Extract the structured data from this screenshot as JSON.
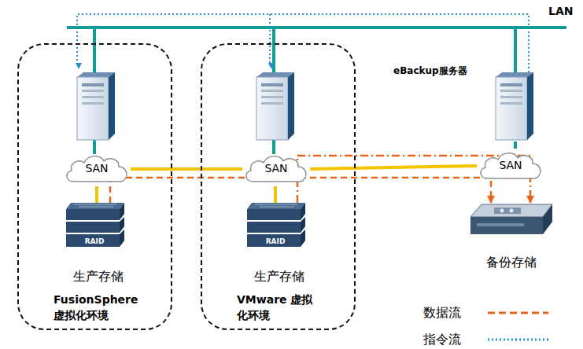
{
  "diagram": {
    "nodes": [
      {
        "text": [
          "FusionSphere 虚拟化环境"
        ]
      },
      {
        "text": [
          "SAN"
        ],
        "in": 0
      },
      {
        "text": [
          "RAID",
          "生产存储"
        ],
        "in": 0
      },
      {
        "text": [
          "VMware 虚拟化环境"
        ]
      },
      {
        "text": [
          "SAN"
        ],
        "in": 3
      },
      {
        "text": [
          "RAID",
          "生产存储"
        ],
        "in": 3
      },
      {
        "text": [
          "eBackup服务器"
        ]
      },
      {
        "text": [
          "SAN"
        ]
      },
      {
        "text": [
          "备份存储"
        ]
      }
    ],
    "edges": [
      {
        "from": 1,
        "to": 4,
        "arrow": "none"
      },
      {
        "from": 4,
        "to": 7,
        "arrow": "none"
      },
      {
        "from": 1,
        "to": 2,
        "arrow": "none"
      },
      {
        "from": 4,
        "to": 5,
        "arrow": "none"
      },
      {
        "from": 6,
        "to": 7,
        "arrow": "none"
      },
      {
        "from": 2,
        "to": 8,
        "arrow": "to"
      },
      {
        "from": 5,
        "to": 8,
        "arrow": "to"
      }
    ],
    "labels": [
      "LAN"
    ],
    "legend": [
      {
        "text": "数据流"
      },
      {
        "text": "指令流"
      }
    ]
  }
}
